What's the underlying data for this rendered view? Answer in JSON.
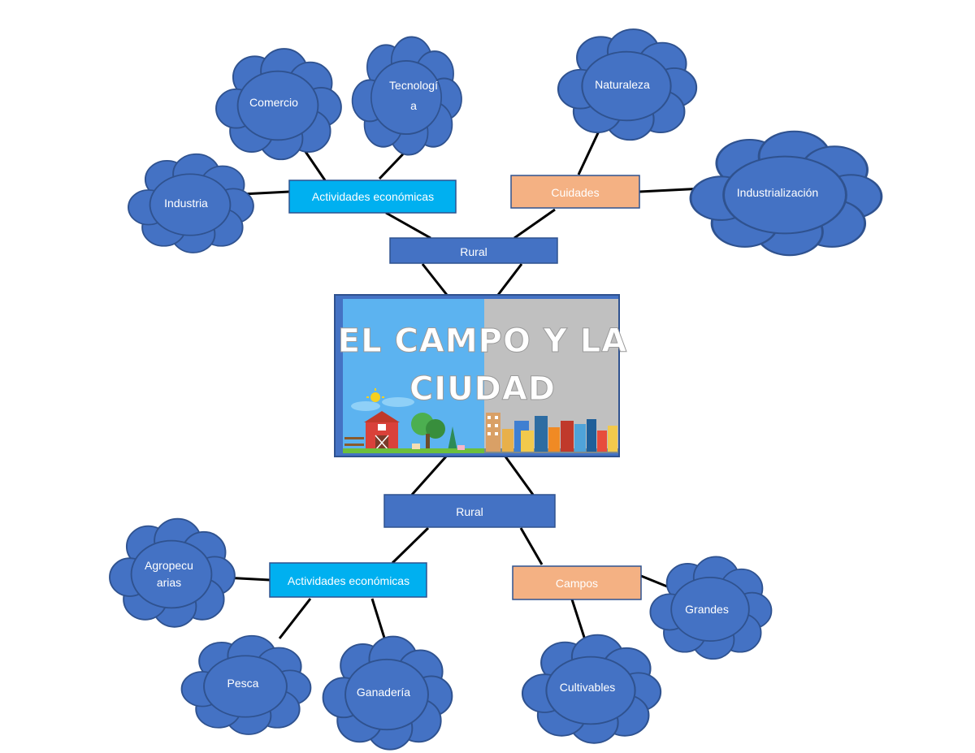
{
  "title_image": {
    "line1": "EL CAMPO Y LA",
    "line2": "CIUDAD"
  },
  "top": {
    "center_box": "Rural",
    "left_box": "Actividades económicas",
    "right_box": "Cuidades",
    "clouds": {
      "comercio": "Comercio",
      "tecnologia_line1": "Tecnologí",
      "tecnologia_line2": "a",
      "industria": "Industria",
      "naturaleza": "Naturaleza",
      "industrializacion": "Industrialización"
    }
  },
  "bottom": {
    "center_box": "Rural",
    "left_box": "Actividades económicas",
    "right_box": "Campos",
    "clouds": {
      "agropecuarias_line1": "Agropecu",
      "agropecuarias_line2": "arias",
      "pesca": "Pesca",
      "ganaderia": "Ganadería",
      "cultivables": "Cultivables",
      "grandes": "Grandes"
    }
  },
  "colors": {
    "cloud_fill": "#4472c4",
    "cloud_stroke": "#2f528f",
    "rural_box": "#4472c4",
    "activities_box": "#00b0f0",
    "orange_box": "#f4b183",
    "connector": "#000000",
    "title_sky": "#5cb3f0",
    "title_gray": "#c0c0c0"
  }
}
